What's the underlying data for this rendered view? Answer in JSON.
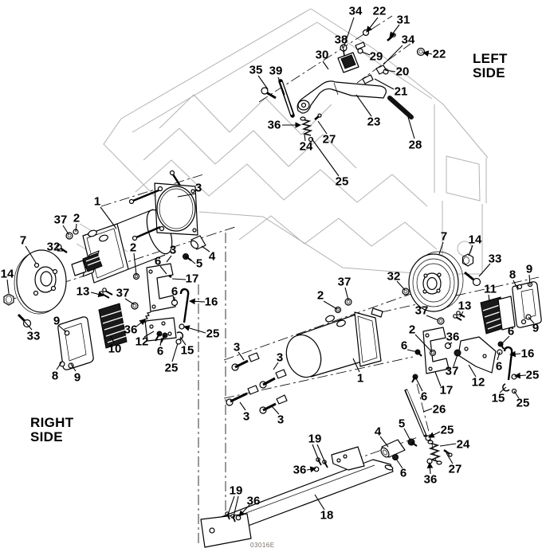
{
  "titles": {
    "left_side": [
      "LEFT",
      "SIDE"
    ],
    "right_side": [
      "RIGHT",
      "SIDE"
    ]
  },
  "figure_code": "03016E",
  "callouts": [
    [
      "34",
      446,
      14
    ],
    [
      "22",
      476,
      14
    ],
    [
      "31",
      506,
      25
    ],
    [
      "38",
      428,
      50
    ],
    [
      "34",
      512,
      50
    ],
    [
      "30",
      404,
      69
    ],
    [
      "29",
      472,
      71
    ],
    [
      "22",
      551,
      68
    ],
    [
      "20",
      505,
      90
    ],
    [
      "21",
      503,
      115
    ],
    [
      "35",
      321,
      88
    ],
    [
      "39",
      346,
      89
    ],
    [
      "23",
      469,
      153
    ],
    [
      "28",
      521,
      182
    ],
    [
      "36",
      344,
      157
    ],
    [
      "27",
      413,
      175
    ],
    [
      "24",
      384,
      184
    ],
    [
      "25",
      429,
      228
    ],
    [
      "1",
      122,
      253
    ],
    [
      "3",
      249,
      236
    ],
    [
      "37",
      76,
      276
    ],
    [
      "2",
      96,
      274
    ],
    [
      "7",
      29,
      302
    ],
    [
      "32",
      67,
      310
    ],
    [
      "14",
      9,
      344
    ],
    [
      "2",
      167,
      311
    ],
    [
      "3",
      217,
      314
    ],
    [
      "6",
      198,
      328
    ],
    [
      "4",
      266,
      322
    ],
    [
      "5",
      250,
      331
    ],
    [
      "13",
      104,
      366
    ],
    [
      "37",
      154,
      368
    ],
    [
      "6",
      219,
      366
    ],
    [
      "17",
      241,
      350
    ],
    [
      "16",
      265,
      379
    ],
    [
      "36",
      164,
      414
    ],
    [
      "33",
      42,
      422
    ],
    [
      "9",
      71,
      403
    ],
    [
      "10",
      144,
      438
    ],
    [
      "12",
      178,
      429
    ],
    [
      "6",
      201,
      441
    ],
    [
      "25",
      215,
      462
    ],
    [
      "15",
      235,
      440
    ],
    [
      "25",
      267,
      419
    ],
    [
      "8",
      69,
      472
    ],
    [
      "9",
      97,
      474
    ],
    [
      "2",
      402,
      371
    ],
    [
      "37",
      432,
      354
    ],
    [
      "3",
      297,
      436
    ],
    [
      "3",
      351,
      449
    ],
    [
      "3",
      309,
      523
    ],
    [
      "3",
      352,
      527
    ],
    [
      "1",
      452,
      475
    ],
    [
      "7",
      557,
      297
    ],
    [
      "14",
      596,
      301
    ],
    [
      "33",
      621,
      325
    ],
    [
      "32",
      494,
      347
    ],
    [
      "8",
      643,
      345
    ],
    [
      "9",
      664,
      338
    ],
    [
      "11",
      615,
      363
    ],
    [
      "13",
      583,
      384
    ],
    [
      "37",
      529,
      390
    ],
    [
      "2",
      517,
      414
    ],
    [
      "9",
      672,
      412
    ],
    [
      "6",
      507,
      434
    ],
    [
      "36",
      568,
      423
    ],
    [
      "6",
      641,
      416
    ],
    [
      "16",
      662,
      444
    ],
    [
      "37",
      567,
      466
    ],
    [
      "12",
      600,
      480
    ],
    [
      "6",
      626,
      460
    ],
    [
      "25",
      668,
      471
    ],
    [
      "17",
      560,
      490
    ],
    [
      "6",
      532,
      498
    ],
    [
      "15",
      625,
      500
    ],
    [
      "25",
      656,
      506
    ],
    [
      "26",
      551,
      514
    ],
    [
      "5",
      504,
      532
    ],
    [
      "4",
      474,
      542
    ],
    [
      "25",
      561,
      540
    ],
    [
      "24",
      581,
      558
    ],
    [
      "27",
      571,
      589
    ],
    [
      "36",
      540,
      602
    ],
    [
      "6",
      506,
      594
    ],
    [
      "19",
      395,
      551
    ],
    [
      "36",
      376,
      590
    ],
    [
      "19",
      296,
      616
    ],
    [
      "36",
      318,
      629
    ],
    [
      "18",
      410,
      647
    ]
  ],
  "leaders": [
    [
      444,
      22,
      431,
      60,
      0
    ],
    [
      474,
      22,
      460,
      40,
      1
    ],
    [
      501,
      31,
      489,
      47,
      1
    ],
    [
      429,
      57,
      432,
      65,
      0
    ],
    [
      505,
      57,
      481,
      81,
      0
    ],
    [
      405,
      77,
      412,
      87,
      0
    ],
    [
      464,
      69,
      454,
      65,
      0
    ],
    [
      542,
      68,
      531,
      66,
      1
    ],
    [
      496,
      90,
      483,
      88,
      0
    ],
    [
      494,
      112,
      470,
      99,
      0
    ],
    [
      324,
      95,
      336,
      112,
      0
    ],
    [
      349,
      97,
      357,
      119,
      0
    ],
    [
      466,
      146,
      447,
      119,
      0
    ],
    [
      520,
      174,
      512,
      147,
      0
    ],
    [
      354,
      157,
      377,
      157,
      1
    ],
    [
      410,
      168,
      399,
      152,
      0
    ],
    [
      383,
      177,
      382,
      168,
      0
    ],
    [
      425,
      221,
      391,
      174,
      0
    ],
    [
      126,
      260,
      146,
      287,
      0
    ],
    [
      246,
      243,
      223,
      247,
      0
    ],
    [
      79,
      283,
      86,
      294,
      0
    ],
    [
      96,
      281,
      95,
      291,
      0
    ],
    [
      32,
      309,
      45,
      330,
      0
    ],
    [
      72,
      315,
      79,
      315,
      0
    ],
    [
      9,
      351,
      11,
      368,
      0
    ],
    [
      168,
      318,
      171,
      345,
      0
    ],
    [
      215,
      321,
      209,
      329,
      0
    ],
    [
      201,
      334,
      209,
      344,
      0
    ],
    [
      263,
      316,
      253,
      309,
      0
    ],
    [
      245,
      331,
      235,
      323,
      0
    ],
    [
      114,
      367,
      130,
      371,
      1
    ],
    [
      157,
      375,
      168,
      382,
      0
    ],
    [
      219,
      373,
      219,
      378,
      0
    ],
    [
      233,
      351,
      216,
      350,
      0
    ],
    [
      257,
      379,
      238,
      378,
      1
    ],
    [
      171,
      410,
      182,
      401,
      1
    ],
    [
      40,
      414,
      31,
      404,
      0
    ],
    [
      74,
      409,
      83,
      417,
      0
    ],
    [
      143,
      430,
      139,
      422,
      0
    ],
    [
      181,
      423,
      193,
      416,
      0
    ],
    [
      201,
      434,
      203,
      424,
      0
    ],
    [
      216,
      454,
      223,
      431,
      0
    ],
    [
      233,
      433,
      226,
      423,
      0
    ],
    [
      258,
      418,
      231,
      410,
      1
    ],
    [
      71,
      464,
      77,
      455,
      0
    ],
    [
      95,
      466,
      89,
      457,
      0
    ],
    [
      406,
      378,
      423,
      388,
      0
    ],
    [
      433,
      361,
      437,
      377,
      0
    ],
    [
      299,
      442,
      306,
      452,
      0
    ],
    [
      349,
      455,
      343,
      464,
      0
    ],
    [
      308,
      515,
      301,
      505,
      0
    ],
    [
      350,
      520,
      341,
      510,
      0
    ],
    [
      451,
      467,
      443,
      450,
      0
    ],
    [
      556,
      304,
      551,
      319,
      0
    ],
    [
      593,
      308,
      588,
      321,
      0
    ],
    [
      615,
      331,
      601,
      347,
      0
    ],
    [
      498,
      353,
      508,
      364,
      0
    ],
    [
      644,
      352,
      650,
      364,
      0
    ],
    [
      664,
      345,
      665,
      358,
      0
    ],
    [
      613,
      370,
      614,
      379,
      0
    ],
    [
      581,
      391,
      577,
      398,
      0
    ],
    [
      535,
      396,
      550,
      402,
      0
    ],
    [
      521,
      420,
      542,
      442,
      0
    ],
    [
      670,
      406,
      663,
      398,
      0
    ],
    [
      511,
      439,
      524,
      442,
      0
    ],
    [
      567,
      430,
      563,
      433,
      0
    ],
    [
      639,
      422,
      629,
      432,
      0
    ],
    [
      653,
      444,
      640,
      445,
      1
    ],
    [
      569,
      460,
      574,
      445,
      0
    ],
    [
      597,
      473,
      588,
      458,
      0
    ],
    [
      624,
      452,
      627,
      442,
      0
    ],
    [
      660,
      471,
      646,
      472,
      1
    ],
    [
      553,
      485,
      546,
      467,
      0
    ],
    [
      530,
      491,
      522,
      475,
      0
    ],
    [
      627,
      493,
      635,
      486,
      0
    ],
    [
      651,
      500,
      645,
      491,
      0
    ],
    [
      542,
      513,
      531,
      517,
      0
    ],
    [
      507,
      538,
      515,
      553,
      0
    ],
    [
      477,
      548,
      487,
      561,
      0
    ],
    [
      552,
      542,
      538,
      549,
      1
    ],
    [
      572,
      557,
      552,
      560,
      0
    ],
    [
      568,
      582,
      560,
      569,
      0
    ],
    [
      540,
      595,
      539,
      581,
      1
    ],
    [
      505,
      588,
      497,
      576,
      0
    ],
    [
      392,
      558,
      400,
      578,
      0
    ],
    [
      398,
      558,
      408,
      581,
      0
    ],
    [
      385,
      590,
      396,
      588,
      1
    ],
    [
      294,
      623,
      286,
      646,
      0
    ],
    [
      299,
      623,
      293,
      649,
      0
    ],
    [
      313,
      634,
      300,
      648,
      1
    ],
    [
      407,
      640,
      395,
      621,
      0
    ]
  ]
}
